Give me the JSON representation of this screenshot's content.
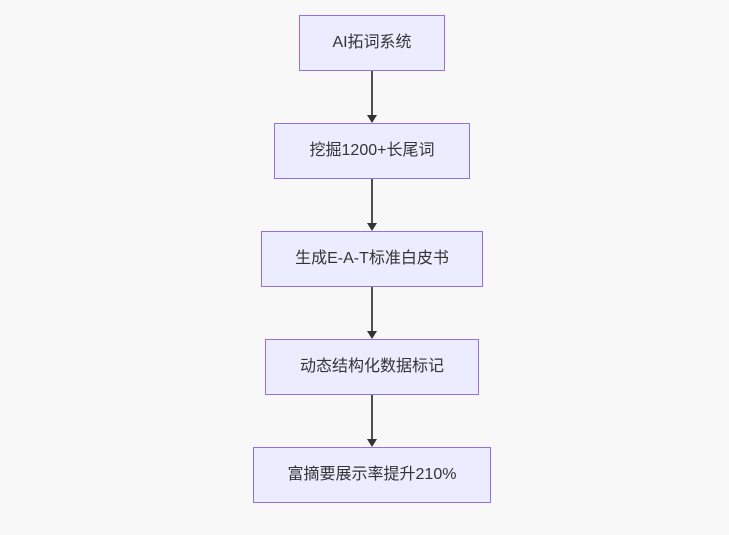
{
  "diagram": {
    "type": "flowchart",
    "direction": "top-down",
    "nodes": [
      {
        "label": "AI拓词系统"
      },
      {
        "label": "挖掘1200+长尾词"
      },
      {
        "label": "生成E-A-T标准白皮书"
      },
      {
        "label": "动态结构化数据标记"
      },
      {
        "label": "富摘要展示率提升210%"
      }
    ],
    "edges": [
      {
        "from": 0,
        "to": 1
      },
      {
        "from": 1,
        "to": 2
      },
      {
        "from": 2,
        "to": 3
      },
      {
        "from": 3,
        "to": 4
      }
    ],
    "colors": {
      "node_fill": "#ECECFF",
      "node_border": "#9370DB",
      "edge_line": "#4f4f4f",
      "arrowhead": "#333333",
      "text": "#333333",
      "background": "#f8f8f8"
    }
  }
}
